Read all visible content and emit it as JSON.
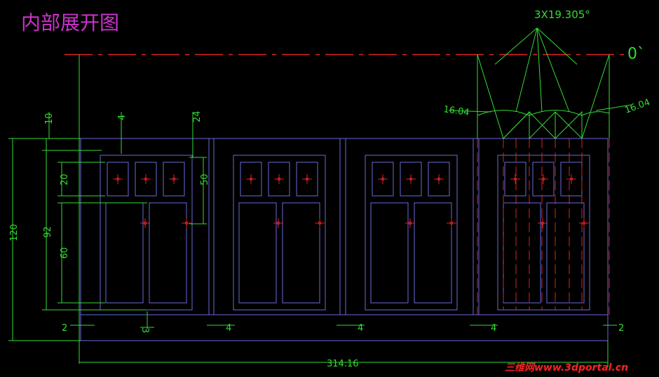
{
  "title": "内部展开图",
  "angle_label": "3X19.305°",
  "zero_label": "0`",
  "left_angle_dim": "16.04",
  "right_angle_dim": "16.04",
  "watermark": "三维网www.3dportal.cn",
  "dims": {
    "d10": "10",
    "d4_top": "4",
    "d24": "24",
    "d120": "120",
    "d20": "20",
    "d50": "50",
    "d92": "92",
    "d60": "60",
    "d2_left": "2",
    "d3": "3",
    "d4_a": "4",
    "d4_b": "4",
    "d4_c": "4",
    "d2_right": "2",
    "total": "314.16"
  },
  "colors": {
    "panel": "#6a6ad8",
    "dimension": "#33dd33",
    "centerline": "#dd2222",
    "title": "#cc33cc"
  }
}
